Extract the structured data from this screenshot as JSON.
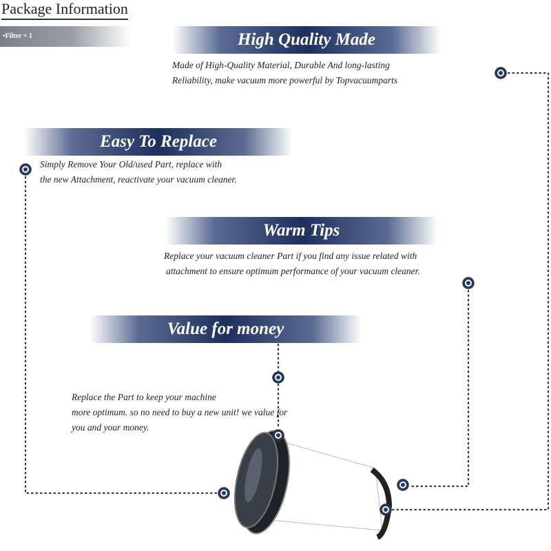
{
  "header": {
    "title": "Package Information",
    "contents": "▪Filter = 1"
  },
  "features": [
    {
      "heading": "High Quality Made",
      "lines": [
        "Made of  High-Quality Material, Durable And long-lasting",
        "Reliability, make vacuum more powerful by Topvacuumparts"
      ]
    },
    {
      "heading": "Easy To Replace",
      "lines": [
        "Simply Remove Your Old/used Part, replace with",
        "the new Attachment, reactivate your vacuum cleaner."
      ]
    },
    {
      "heading": "Warm Tips",
      "lines": [
        "Replace your vacuum cleaner Part if you find any issue related with",
        "attachment to ensure optimum performance of your vacuum cleaner."
      ]
    },
    {
      "heading": "Value for money",
      "lines": [
        "Replace the Part to keep your machine",
        "more optimum. so no need to buy a new unit! we value for",
        "you and your money."
      ]
    }
  ],
  "colors": {
    "accent": "#1e2f5e",
    "marker": "#1f3a6e"
  }
}
